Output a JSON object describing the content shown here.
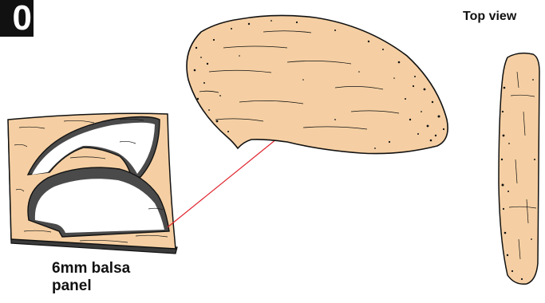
{
  "step_number": "0",
  "labels": {
    "top_view": "Top view",
    "panel_line1": "6mm balsa",
    "panel_line2": "panel"
  },
  "colors": {
    "balsa": "#f5cfa3",
    "outline": "#111111",
    "panel_edge": "#3b3b3b",
    "leader_line": "#e0242e",
    "background": "#ffffff"
  }
}
